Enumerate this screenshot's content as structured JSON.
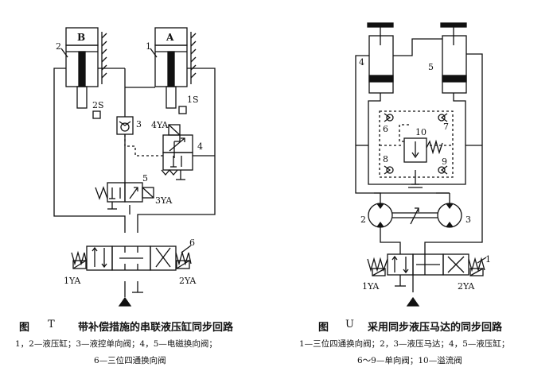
{
  "left": {
    "cyl_b": "B",
    "cyl_a": "A",
    "n2": "2",
    "n1": "1",
    "sw2": "2S",
    "sw1": "1S",
    "n3": "3",
    "yv4": "4YA",
    "n4": "4",
    "n5": "5",
    "yv3": "3YA",
    "n6": "6",
    "yv1": "1YA",
    "yv2": "2YA",
    "fig": "图",
    "fig_letter": "T",
    "title": "带补偿措施的串联液压缸同步回路",
    "legend1": "1，2—液压缸；3—液控单向阀；4，5—电磁换向阀；",
    "legend2": "6—三位四通换向阀"
  },
  "right": {
    "n4": "4",
    "n5": "5",
    "n6": "6",
    "n7": "7",
    "n10": "10",
    "n8": "8",
    "n9": "9",
    "n2": "2",
    "n3": "3",
    "n1": "1",
    "yv1": "1YA",
    "yv2": "2YA",
    "fig": "图",
    "fig_letter": "U",
    "title": "采用同步液压马达的同步回路",
    "legend1": "1—三位四通换向阀；2，3—液压马达；4，5—液压缸；",
    "legend2": "6～9—单向阀；10—溢流阀"
  }
}
